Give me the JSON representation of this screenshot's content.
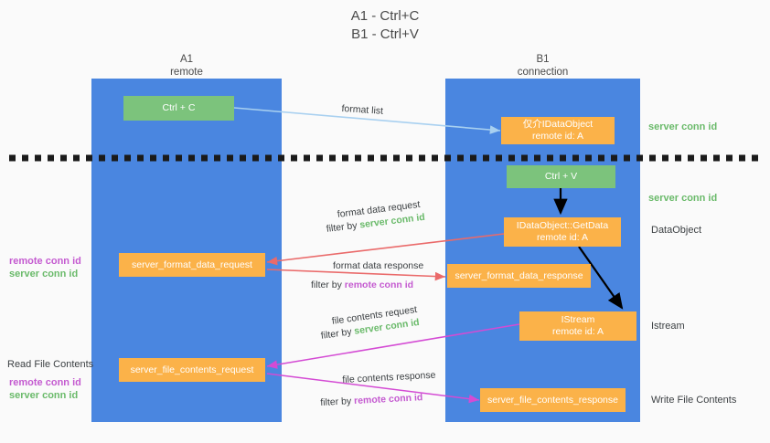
{
  "title": {
    "line1": "A1 - Ctrl+C",
    "line2": "B1 - Ctrl+V"
  },
  "columns": [
    {
      "name": "A1",
      "sub": "remote"
    },
    {
      "name": "B1",
      "sub": "connection"
    }
  ],
  "nodes": {
    "ctrl_c": "Ctrl + C",
    "ctrl_v": "Ctrl + V",
    "idataobject_l1": "仅介IDataObject",
    "idataobject_l2": "remote id: A",
    "getdata_l1": "IDataObject::GetData",
    "getdata_l2": "remote id: A",
    "istream_l1": "IStream",
    "istream_l2": "remote id: A",
    "server_format_data_request": "server_format_data_request",
    "server_format_data_response": "server_format_data_response",
    "server_file_contents_request": "server_file_contents_request",
    "server_file_contents_response": "server_file_contents_response"
  },
  "arrow_labels": {
    "format_list": "format list",
    "format_data_request": "format data request",
    "format_data_request_filter_prefix": "filter by ",
    "format_data_request_filter_value": "server conn id",
    "format_data_response": "format data response",
    "format_data_response_filter_prefix": "filter by ",
    "format_data_response_filter_value": "remote conn id",
    "file_contents_request": "file contents request",
    "file_contents_request_filter_prefix": "filter by ",
    "file_contents_request_filter_value": "server conn id",
    "file_contents_response": "file contents response",
    "file_contents_response_filter_prefix": "filter by ",
    "file_contents_response_filter_value": "remote conn id"
  },
  "annotations": {
    "right_server_conn_id_top": "server conn id",
    "right_server_conn_id_mid": "server conn id",
    "right_dataobject": "DataObject",
    "right_istream": "Istream",
    "right_write_file_contents": "Write File Contents",
    "left_remote_conn_id_mid": "remote conn id",
    "left_server_conn_id_mid": "server conn id",
    "left_read_file_contents": "Read File Contents",
    "left_remote_conn_id_bottom": "remote conn id",
    "left_server_conn_id_bottom": "server conn id"
  },
  "colors": {
    "lane": "#4a86e0",
    "box_orange": "#fbb249",
    "box_green": "#7cc37c",
    "green_text": "#6aba6a",
    "purple_text": "#c45ad0",
    "arrow_blue": "#a8d0f0",
    "arrow_red": "#ea6a6a",
    "arrow_magenta": "#d44bd4",
    "arrow_black": "#000000",
    "background": "#fafafa"
  }
}
